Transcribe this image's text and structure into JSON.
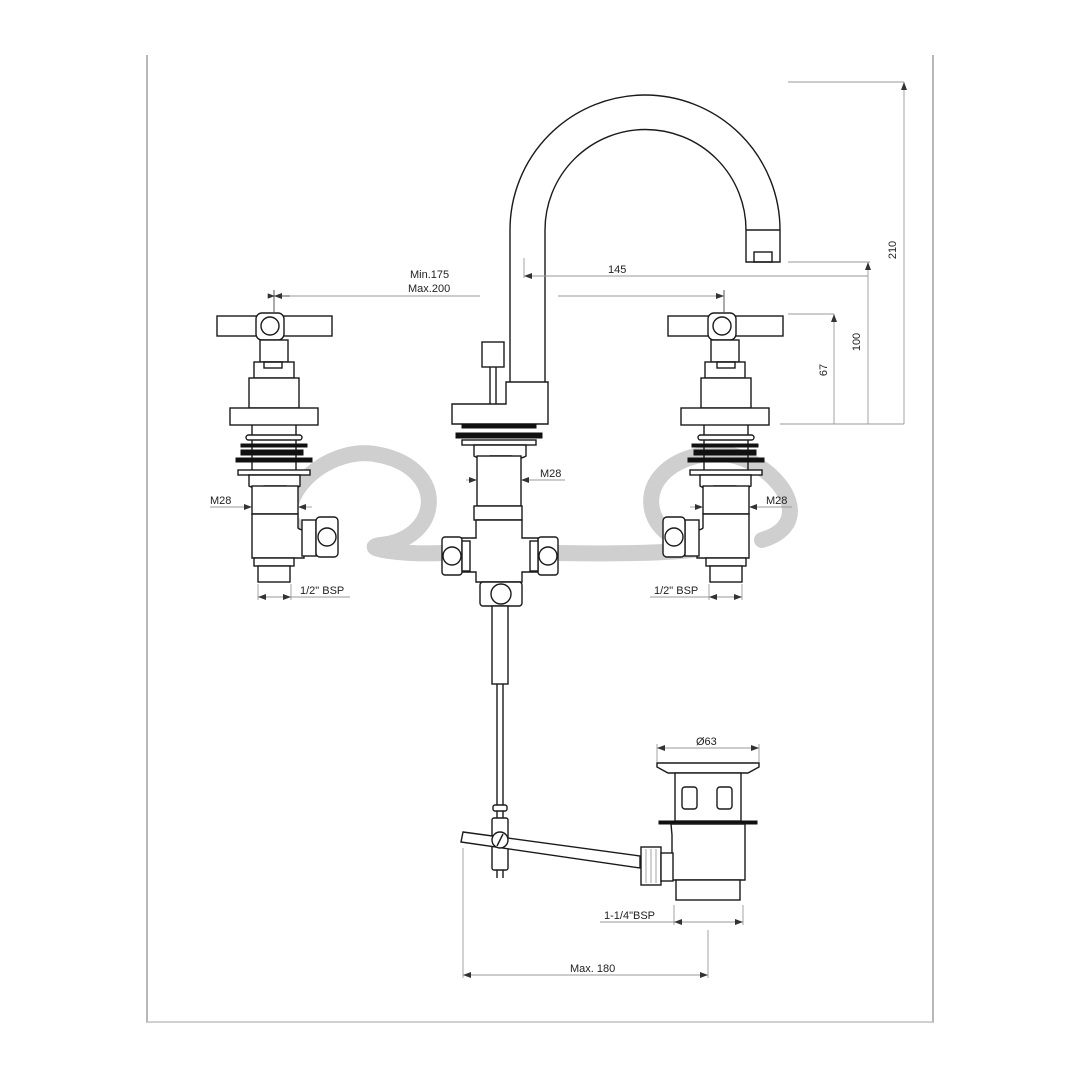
{
  "drawing": {
    "title": "Three-hole basin mixer with cross handles and pop-up waste — dimensional drawing",
    "line_color": "#1a1a1a",
    "dimension_color": "#9a9a9a",
    "hose_color": "#cfcfcf"
  },
  "dimensions": {
    "handle_spacing_min": "Min.175",
    "handle_spacing_max": "Max.200",
    "spout_reach": "145",
    "total_height": "210",
    "spout_outlet_height": "100",
    "handle_height": "67",
    "thread_left_valve": "M28",
    "thread_center_body": "M28",
    "thread_right_valve": "M28",
    "inlet_left": "1/2\" BSP",
    "inlet_right": "1/2\" BSP",
    "waste_diameter": "Ø63",
    "waste_thread": "1-1/4\"BSP",
    "pop_up_rod_reach": "Max. 180"
  }
}
